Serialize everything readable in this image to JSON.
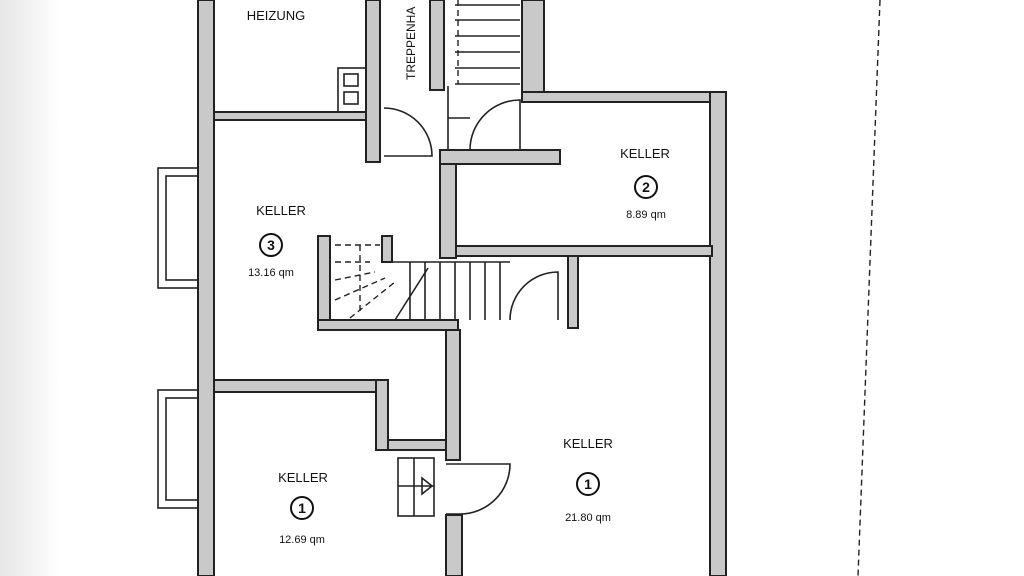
{
  "rooms": {
    "heizung": {
      "name": "HEIZUNG"
    },
    "treppenhaus": {
      "name": "TREPPENHA"
    },
    "keller3": {
      "name": "KELLER",
      "number": "3",
      "area": "13.16 qm"
    },
    "keller2": {
      "name": "KELLER",
      "number": "2",
      "area": "8.89 qm"
    },
    "keller1_left": {
      "name": "KELLER",
      "number": "1",
      "area": "12.69 qm"
    },
    "keller1_right": {
      "name": "KELLER",
      "number": "1",
      "area": "21.80 qm"
    }
  }
}
